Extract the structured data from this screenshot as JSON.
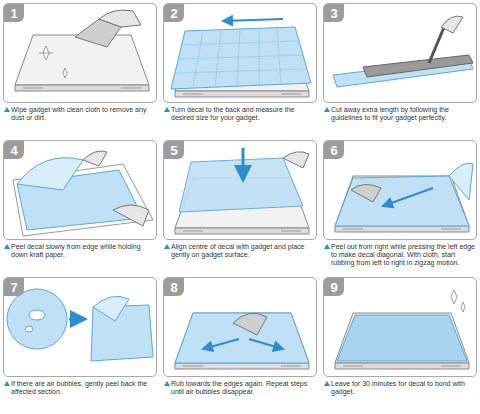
{
  "diagram": {
    "nodes": [
      {
        "text": [
          "1",
          "Wipe gadget with clean cloth to remove any dust or dirt."
        ]
      },
      {
        "text": [
          "2",
          "Turn decal to the back and measure the desired size for your gadget."
        ]
      },
      {
        "text": [
          "3",
          "Cut away extra length by following the guidelines to fit your gadget perfectly."
        ]
      },
      {
        "text": [
          "4",
          "Peel decal slowly from edge while holding down kraft paper."
        ]
      },
      {
        "text": [
          "5",
          "Align centre of decal with gadget and place gently on gadget surface."
        ]
      },
      {
        "text": [
          "6",
          "Peel out from right while pressing the left edge to make decal diagonal. With cloth, start rubbing from left to right in zigzag motion."
        ]
      },
      {
        "text": [
          "7",
          "If there are air bubbles, gently peel back the affected section."
        ]
      },
      {
        "text": [
          "8",
          "Rub towards the edges again. Repeat steps until air bubbles disappear."
        ]
      },
      {
        "text": [
          "9",
          "Leave for 30 minutes for decal to bond with gadget."
        ]
      }
    ]
  }
}
